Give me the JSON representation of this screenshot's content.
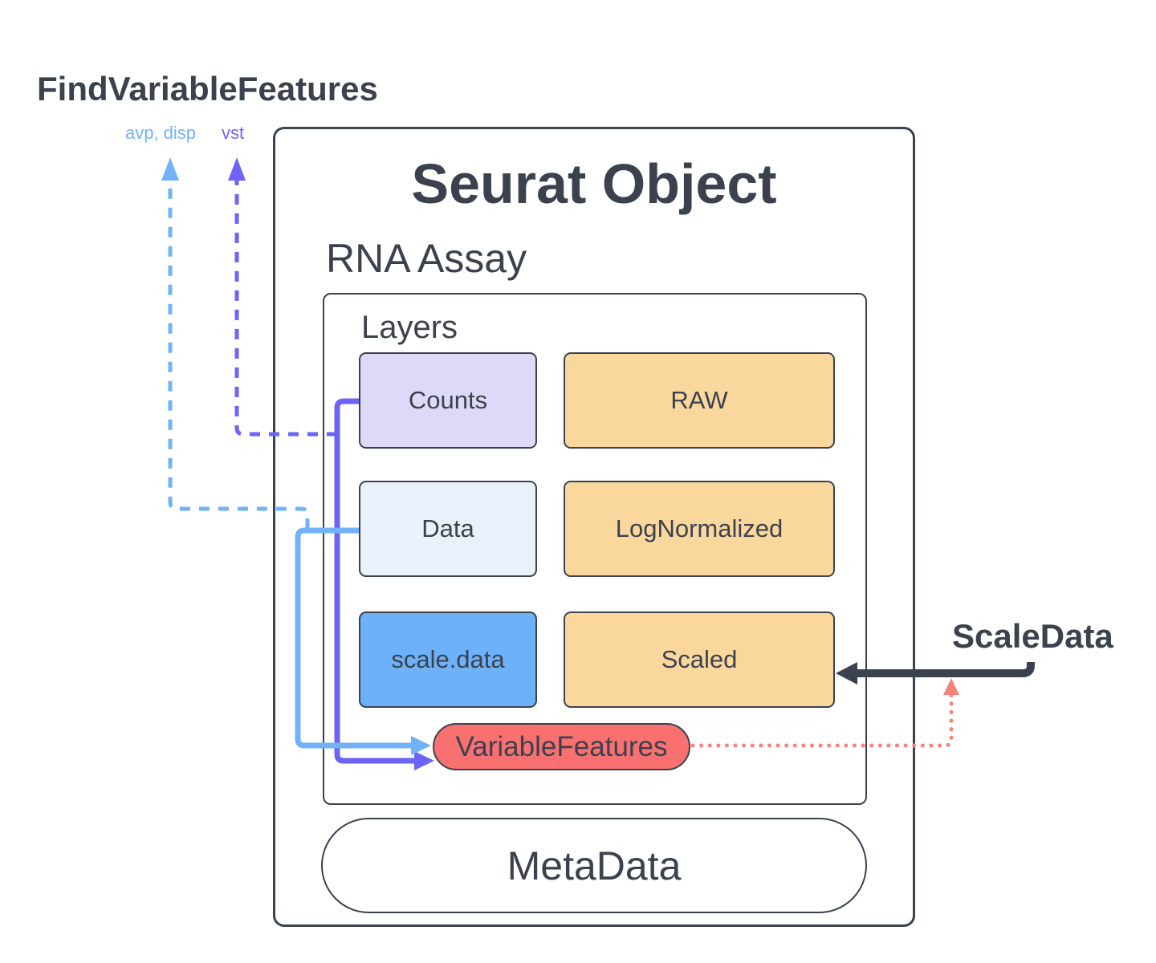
{
  "colors": {
    "ink": "#3b424e",
    "purple": "#6d63f6",
    "light_blue": "#72b2f9",
    "red": "#f87070",
    "red_dotted": "#f8837a",
    "lavender": "#dcdaf8",
    "pale_blue": "#e9f1fb",
    "mid_blue": "#6db1f8",
    "orange": "#fad79d",
    "white": "#ffffff"
  },
  "annotations": {
    "find_variable_features": "FindVariableFeatures",
    "avp_disp": "avp, disp",
    "vst": "vst",
    "scale_data": "ScaleData"
  },
  "seurat": {
    "title": "Seurat Object",
    "assay_label": "RNA Assay",
    "layers": {
      "label": "Layers",
      "rows": [
        {
          "layer": "Counts",
          "normalization": "RAW"
        },
        {
          "layer": "Data",
          "normalization": "LogNormalized"
        },
        {
          "layer": "scale.data",
          "normalization": "Scaled"
        }
      ],
      "variable_features": "VariableFeatures"
    },
    "metadata": "MetaData"
  }
}
